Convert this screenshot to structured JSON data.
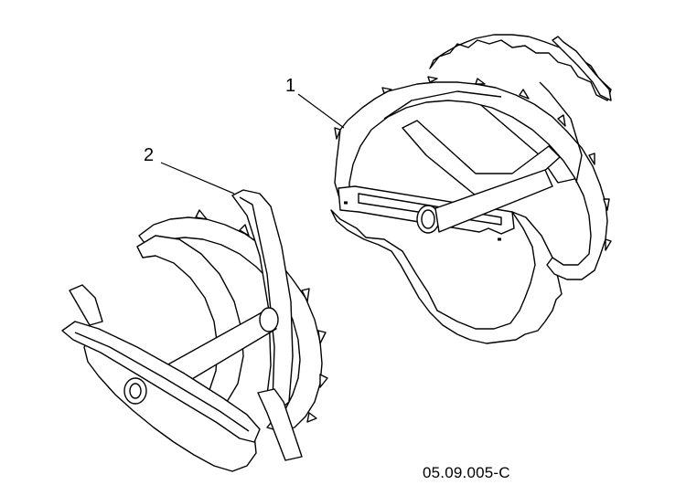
{
  "diagram": {
    "callouts": [
      {
        "id": "1",
        "label": "1"
      },
      {
        "id": "2",
        "label": "2"
      }
    ],
    "reference_code": "05.09.005-C",
    "line_color": "#000000",
    "fill_color": "#ffffff"
  }
}
